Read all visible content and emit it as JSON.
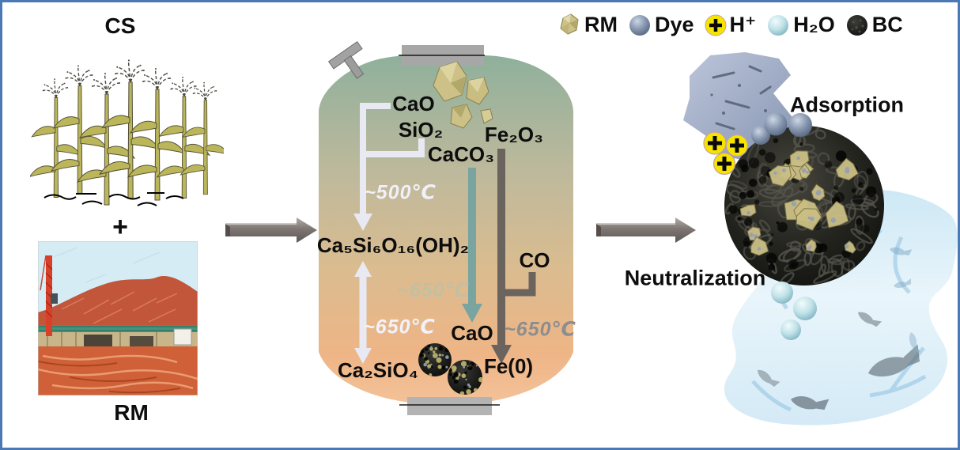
{
  "legend": {
    "items": [
      {
        "icon": "rm-chunk-icon",
        "label": "RM"
      },
      {
        "icon": "dye-sphere-icon",
        "label": "Dye"
      },
      {
        "icon": "h-plus-icon",
        "label": "H⁺"
      },
      {
        "icon": "water-sphere-icon",
        "label": "H₂O"
      },
      {
        "icon": "bc-sphere-icon",
        "label": "BC"
      }
    ]
  },
  "left": {
    "cs_label": "CS",
    "plus_sign": "+",
    "rm_label": "RM"
  },
  "reactor": {
    "inputs": {
      "cao": "CaO",
      "sio2": "SiO₂",
      "caco3": "CaCO₃",
      "fe2o3": "Fe₂O₃"
    },
    "temperatures": {
      "t500": "~500℃",
      "t650_white": "~650℃",
      "t650_sage": "~650℃",
      "t650_gray": "~650℃"
    },
    "products": {
      "hydrate": "Ca₅Si₆O₁₆(OH)₂",
      "ca2sio4": "Ca₂SiO₄",
      "cao": "CaO",
      "fe0": "Fe(0)",
      "co": "CO"
    }
  },
  "right": {
    "adsorption": "Adsorption",
    "neutralization": "Neutralization"
  },
  "colors": {
    "frame_border": "#4a79b5",
    "vessel_top": "#93b29e",
    "vessel_mid": "#d9bc90",
    "vessel_bottom": "#f4c299",
    "teal_arrow": "#79a4a0",
    "iron_arrow": "#6b635e",
    "white_arrow": "#e9e9f4",
    "h_plus_yellow": "#f6e400",
    "rm_khaki": "#cdc187",
    "dye_slate": "#8595ad",
    "water_blue": "#bfe2ee"
  }
}
